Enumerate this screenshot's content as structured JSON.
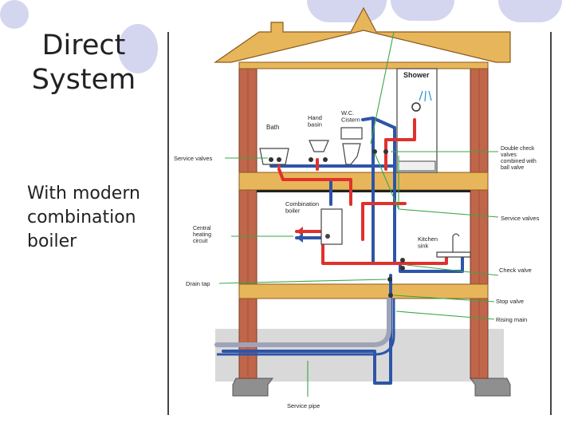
{
  "slide": {
    "title_lines": [
      "Direct",
      "System"
    ],
    "body_lines": [
      "With modern",
      "combination",
      "boiler"
    ]
  },
  "diagram": {
    "labels": {
      "shower": "Shower",
      "bath": "Bath",
      "hand_basin": "Hand basin",
      "wc_cistern": "W.C. Cistern",
      "service_valves_left": "Service valves",
      "double_check": "Double check valves combined with ball valve",
      "combination_boiler": "Combination boiler",
      "service_valves_right": "Service valves",
      "central_heating": "Central heating circuit",
      "kitchen_sink": "Kitchen sink",
      "drain_tap": "Drain tap",
      "check_valve": "Check valve",
      "stop_valve": "Stop valve",
      "rising_main": "Rising main",
      "service_pipe": "Service pipe"
    },
    "colors": {
      "wood": "#e8b65a",
      "wood_edge": "#8a5a1c",
      "brick": "#c0664a",
      "hot_pipe": "#e0312c",
      "cold_pipe": "#2d55a8",
      "leader": "#3aa64a",
      "ground": "#d9d9d9"
    }
  }
}
